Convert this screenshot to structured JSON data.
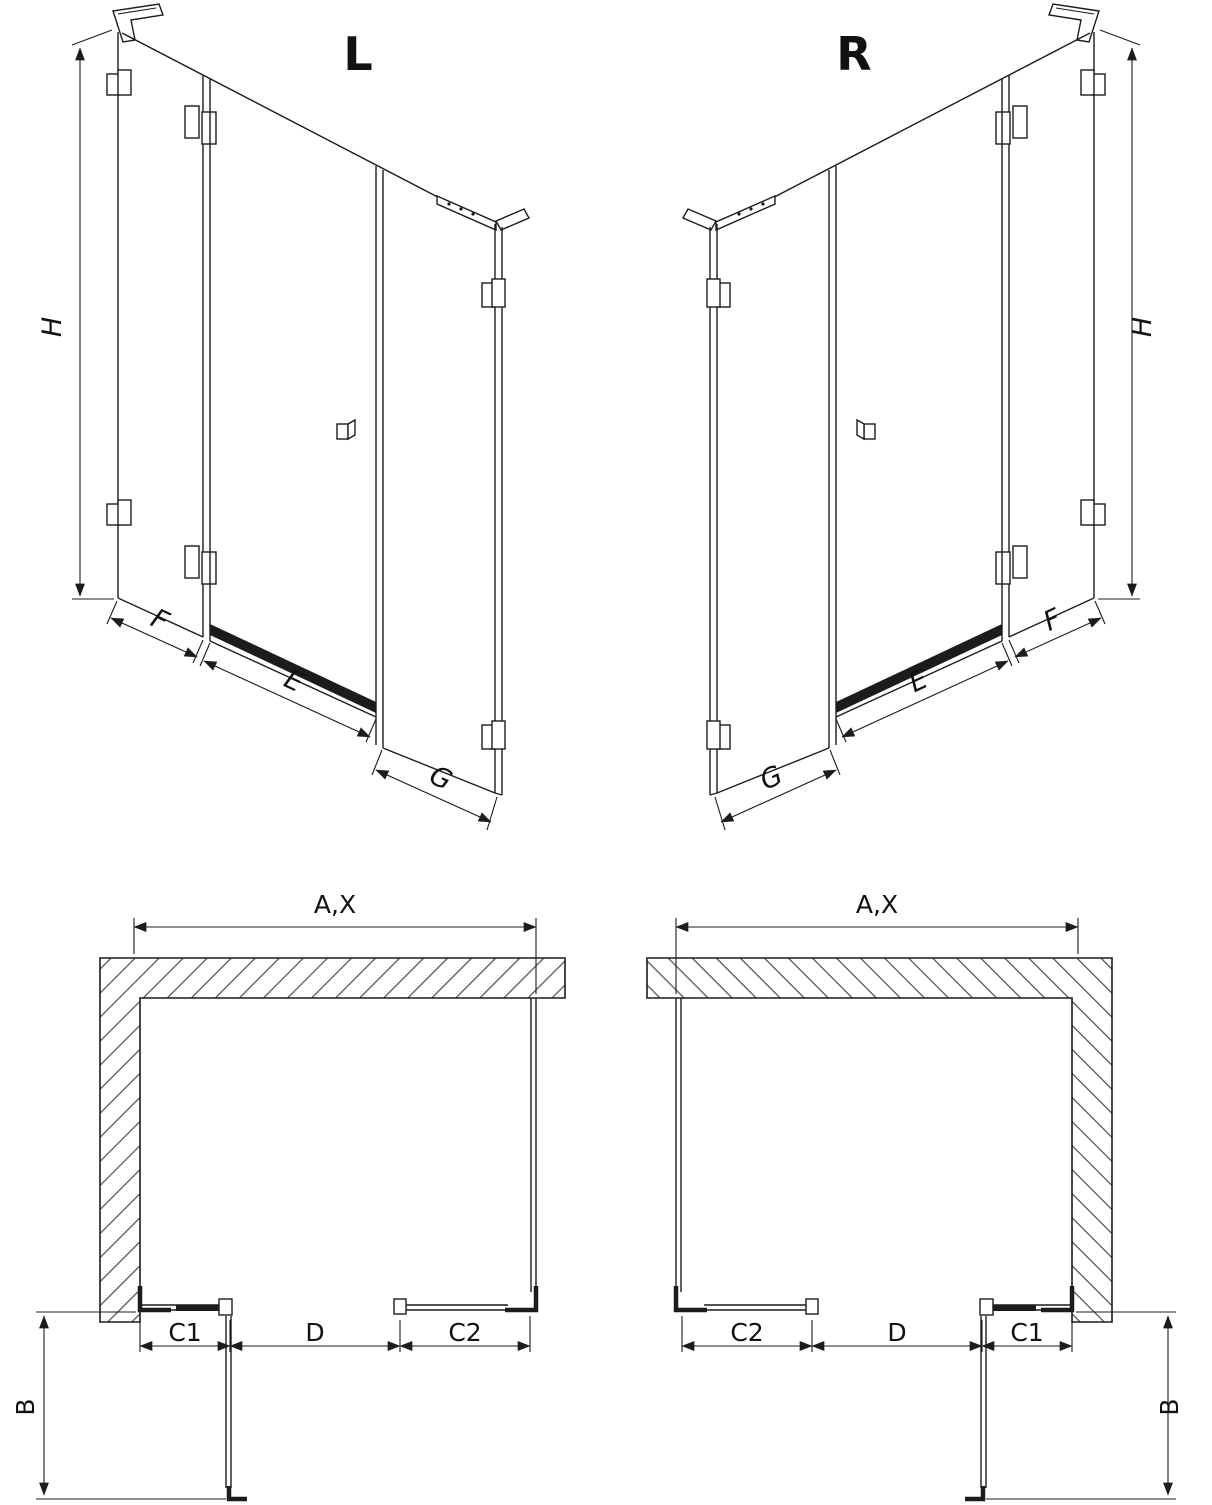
{
  "diagram": {
    "iso_left": {
      "title": "L",
      "dim_h": "H",
      "dim_f": "F",
      "dim_e": "E",
      "dim_g": "G"
    },
    "iso_right": {
      "title": "R",
      "dim_h": "H",
      "dim_f": "F",
      "dim_e": "E",
      "dim_g": "G"
    },
    "plan_left": {
      "dim_width": "A,X",
      "dim_c1": "C1",
      "dim_d": "D",
      "dim_c2": "C2",
      "dim_b": "B"
    },
    "plan_right": {
      "dim_width": "A,X",
      "dim_c2": "C2",
      "dim_d": "D",
      "dim_c1": "C1",
      "dim_b": "B"
    },
    "colors": {
      "line": "#1c1c1c",
      "seal": "#1c1c1c",
      "background": "#ffffff"
    }
  }
}
